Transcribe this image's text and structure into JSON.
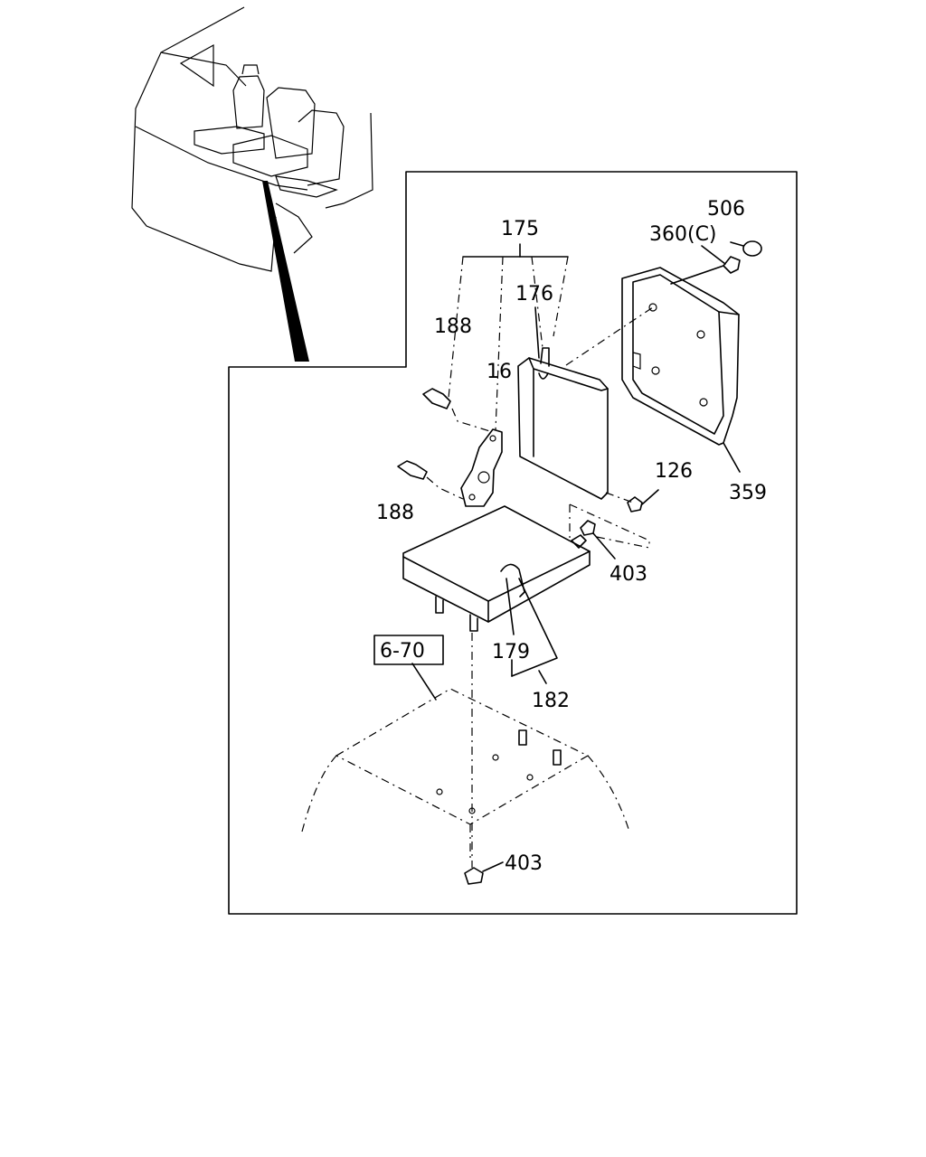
{
  "callouts": {
    "p506": "506",
    "p360": "360(C)",
    "p175": "175",
    "p176": "176",
    "p188a": "188",
    "p16": "16",
    "p126": "126",
    "p359": "359",
    "p188b": "188",
    "p403a": "403",
    "p179": "179",
    "p182": "182",
    "p670": "6-70",
    "p403b": "403"
  }
}
